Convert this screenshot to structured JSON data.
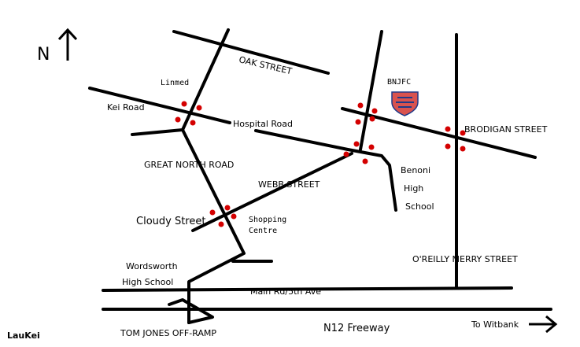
{
  "map": {
    "north_letter": "N",
    "labels": {
      "oak_street": "OAK STREET",
      "linmed": "Linmed",
      "kei_road": "Kei Road",
      "hospital_road": "Hospital Road",
      "bnjfc": "BNJFC",
      "brodigan_street": "BRODIGAN STREET",
      "great_north_road": "GREAT NORTH ROAD",
      "webb_street": "WEBB STREET",
      "benoni_high_school_1": "Benoni",
      "benoni_high_school_2": "High",
      "benoni_high_school_3": "School",
      "cloudy_street": "Cloudy Street",
      "shopping_centre_1": "Shopping",
      "shopping_centre_2": "Centre",
      "wordsworth_1": "Wordsworth",
      "wordsworth_2": "High School",
      "oreilly_merry_street": "O'REILLY MERRY STREET",
      "main_rd": "Main Rd/5th Ave",
      "tom_jones": "TOM JONES OFF-RAMP",
      "n12_freeway": "N12 Freeway",
      "to_witbank": "To Witbank",
      "signature": "LauKei"
    },
    "colors": {
      "road": "#000000",
      "marker": "#d40000",
      "badge_fill": "#d9534f",
      "badge_stripe": "#1f3a8a"
    },
    "icons": [
      "north-arrow-icon",
      "club-badge-icon",
      "east-arrow-icon"
    ]
  }
}
